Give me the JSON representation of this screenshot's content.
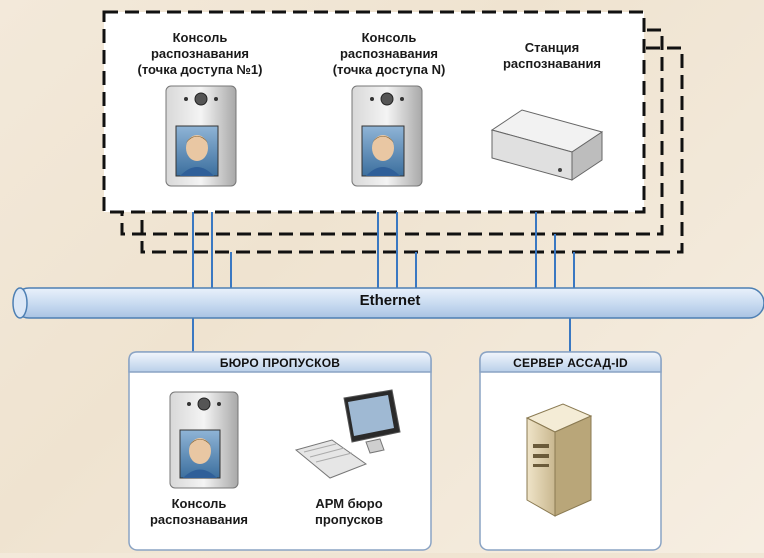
{
  "top_group": {
    "console_1": "Консоль\nраспознавания\n(точка доступа №1)",
    "console_n": "Консоль\nраспознавания\n(точка доступа N)",
    "station": "Станция\nраспознавания"
  },
  "network": {
    "label": "Ethernet"
  },
  "bureau": {
    "title": "БЮРО ПРОПУСКОВ",
    "console_label": "Консоль\nраспознавания",
    "workstation_label": "АРМ бюро\nпропусков"
  },
  "server": {
    "title": "СЕРВЕР АССАД-ID"
  },
  "colors": {
    "bus_fill": "#cfe0f3",
    "bus_stroke": "#4d7fb3",
    "line": "#3a78c2",
    "panel_header": "#cfe0f3"
  }
}
